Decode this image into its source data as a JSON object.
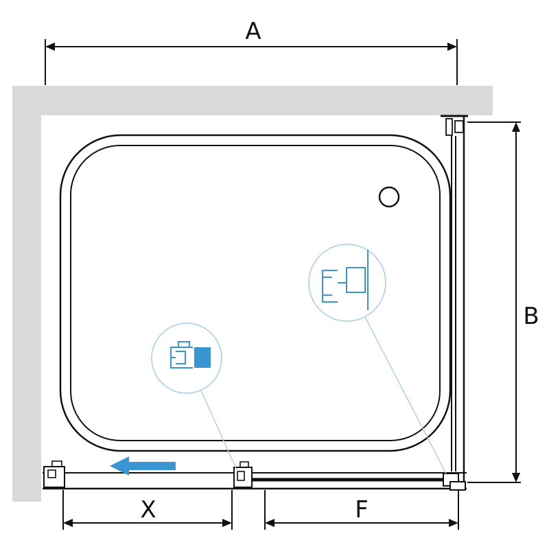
{
  "diagram": {
    "dimension_labels": {
      "top": "A",
      "right": "B",
      "bottom_left": "X",
      "bottom_right": "F"
    },
    "colors": {
      "wall_fill": "#d9d9d9",
      "line": "#111111",
      "accent": "#3a96d2",
      "accent_light": "#a9cfe9"
    }
  }
}
